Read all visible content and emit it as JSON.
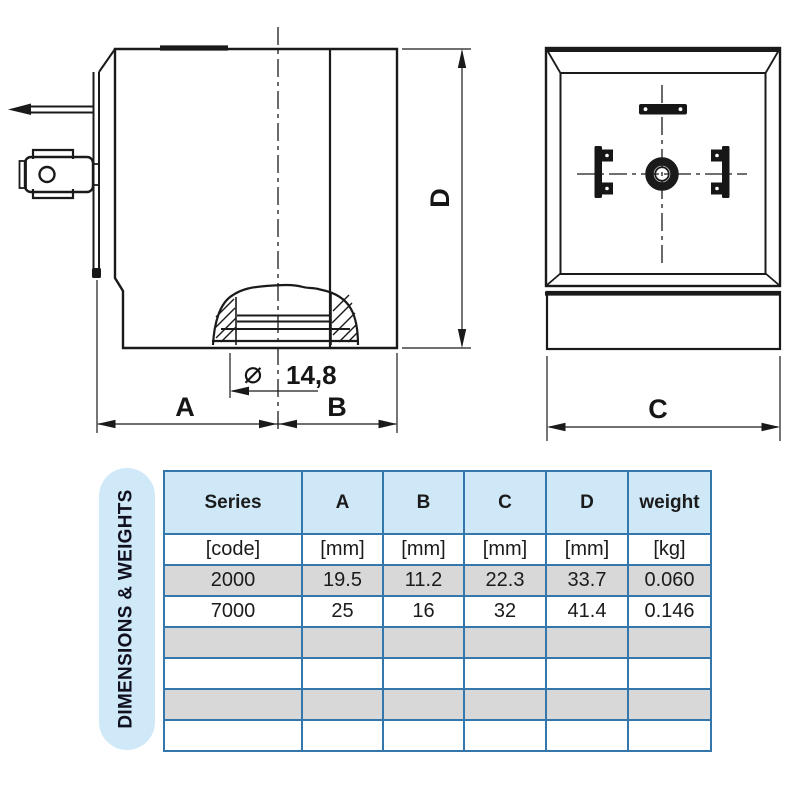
{
  "drawing": {
    "dim_labels": {
      "a": "A",
      "b": "B",
      "c": "C",
      "d": "D"
    },
    "diameter": {
      "symbol": "⌀",
      "value": "14,8"
    }
  },
  "section": {
    "label": "DIMENSIONS & WEIGHTS"
  },
  "table": {
    "headers": [
      "Series",
      "A",
      "B",
      "C",
      "D",
      "weight"
    ],
    "units": [
      "[code]",
      "[mm]",
      "[mm]",
      "[mm]",
      "[mm]",
      "[kg]"
    ],
    "rows": [
      [
        "2000",
        "19.5",
        "11.2",
        "22.3",
        "33.7",
        "0.060"
      ],
      [
        "7000",
        "25",
        "16",
        "32",
        "41.4",
        "0.146"
      ]
    ],
    "empty_row_count": 4
  },
  "colors": {
    "table_border": "#3377ad",
    "header_bg": "#cfe8f7",
    "stripe_bg": "#d8d8d8",
    "pill_bg": "#cfe9f8",
    "line": "#1a1a1a"
  }
}
